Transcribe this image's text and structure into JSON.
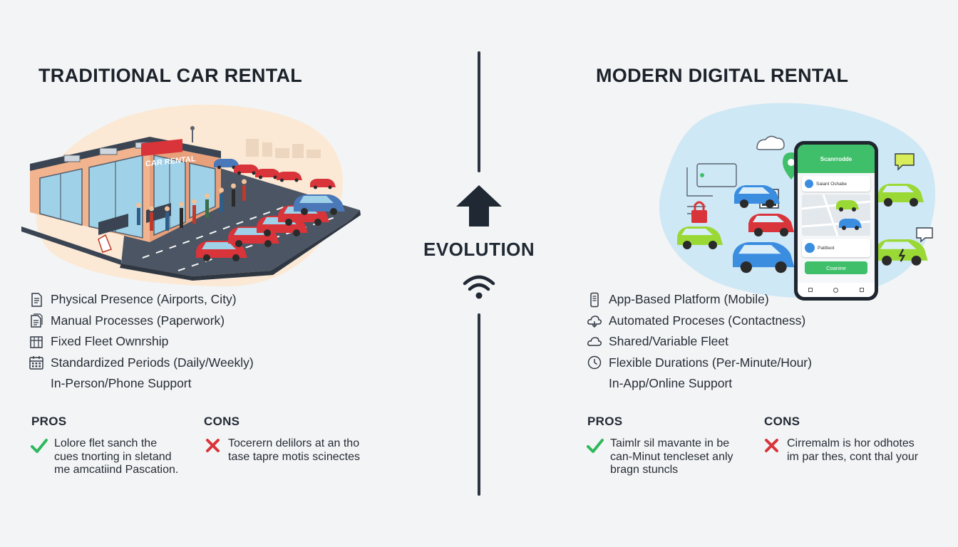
{
  "left": {
    "title": "TRADITIONAL CAR RENTAL",
    "sign": "CAR RENTAL",
    "features": [
      {
        "icon": "document-icon",
        "label": "Physical Presence (Airports, City)"
      },
      {
        "icon": "paperwork-icon",
        "label": "Manual Processes (Paperwork)"
      },
      {
        "icon": "fleet-icon",
        "label": "Fixed Fleet Ownrship"
      },
      {
        "icon": "calendar-icon",
        "label": "Standardized Periods (Daily/Weekly)"
      },
      {
        "icon": "",
        "label": "In-Person/Phone Support"
      }
    ],
    "pros_title": "PROS",
    "pros_lines": [
      "Lolore flet sanch the",
      "cues tnorting in sletand",
      "me amcatiind Pascation."
    ],
    "cons_title": "CONS",
    "cons_lines": [
      "Tocerern delilors at an tho",
      "tase tapre motis scinectes"
    ]
  },
  "center": {
    "label": "EVOLUTION",
    "arrow_icon": "up-arrow-icon",
    "signal_icon": "wifi-icon"
  },
  "right": {
    "title": "MODERN DIGITAL RENTAL",
    "phone_header": "Scanrrodde",
    "phone_card1": "Saiant Oshabe",
    "phone_card2": "Patitleot",
    "phone_button": "Coanine",
    "features": [
      {
        "icon": "mobile-icon",
        "label": "App-Based Platform (Mobile)"
      },
      {
        "icon": "cloud-icon",
        "label": "Automated Proceses (Contactness)"
      },
      {
        "icon": "cloud-icon",
        "label": "Shared/Variable Fleet"
      },
      {
        "icon": "clock-icon",
        "label": "Flexible Durations (Per-Minute/Hour)"
      },
      {
        "icon": "",
        "label": "In-App/Online Support"
      }
    ],
    "pros_title": "PROS",
    "pros_lines": [
      "Taimlr sil mavante in be",
      "can-Minut tencleset anly",
      "bragn stuncls"
    ],
    "cons_title": "CONS",
    "cons_lines": [
      "Cirremalm is hor odhotes",
      "im par thes, cont thal your"
    ]
  },
  "colors": {
    "accent_green": "#2eb85c",
    "accent_red": "#d9343a",
    "app_green": "#3fbf6a",
    "divider": "#2a3441"
  }
}
